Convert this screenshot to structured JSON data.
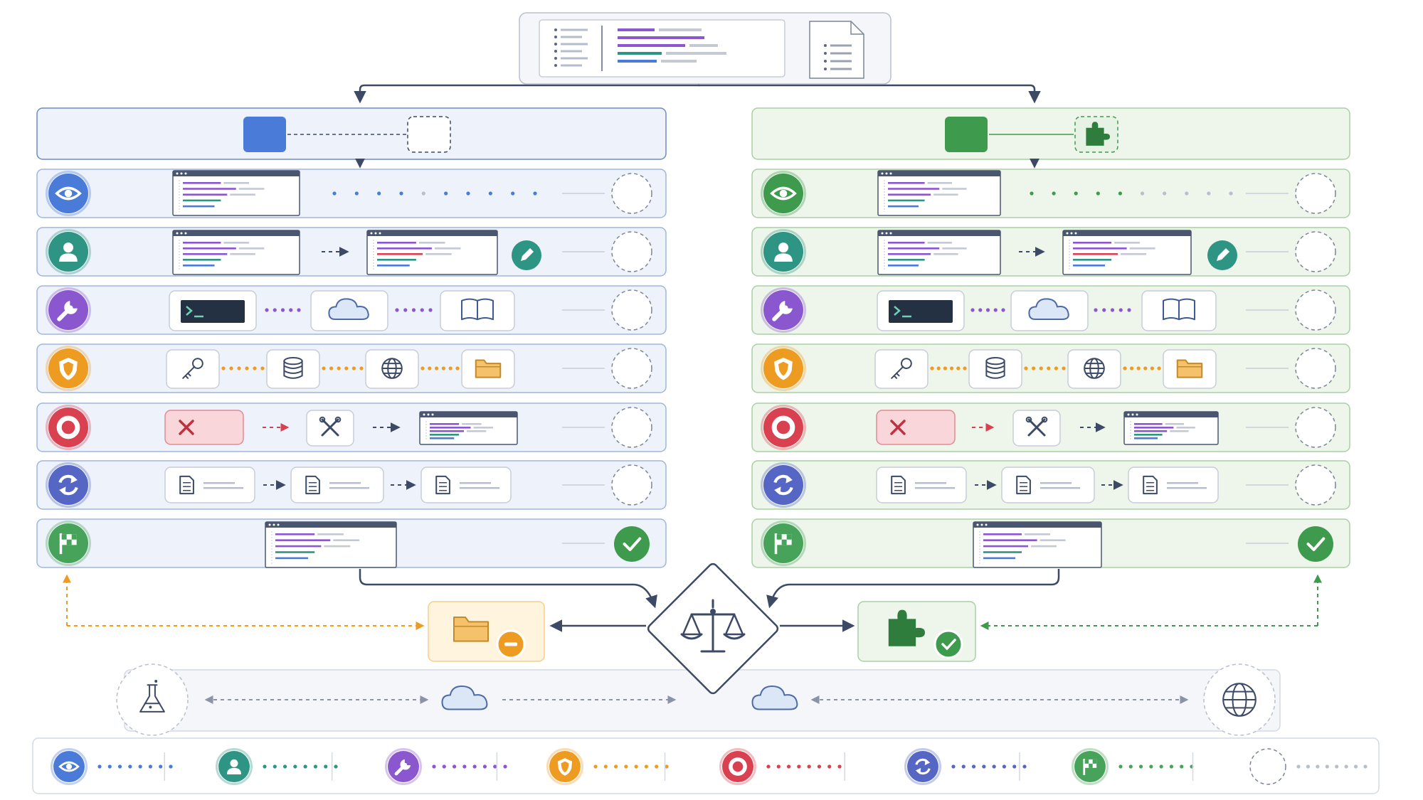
{
  "colors": {
    "blue": "#4a7bd8",
    "blue_panel": "#eef3fb",
    "blue_border": "#9fb5dc",
    "green": "#3e9a4c",
    "green_panel": "#eef6ec",
    "green_border": "#a9cfa5",
    "teal": "#2e9483",
    "purple": "#8a57cf",
    "orange": "#ee9b22",
    "red": "#d94050",
    "indigo": "#5566c4",
    "flag_green": "#47a35a",
    "connector": "#3d4a66",
    "gray": "#b8bfcc"
  },
  "top_document": {
    "icon": "document-list-icon"
  },
  "columns": [
    {
      "key": "left",
      "theme": "blue",
      "header_icons": [
        "filled-square-icon",
        "dashed-square-icon"
      ]
    },
    {
      "key": "right",
      "theme": "green",
      "header_icons": [
        "filled-square-icon",
        "puzzle-piece-icon"
      ]
    }
  ],
  "rows": [
    {
      "key": "observe",
      "icon": "eye-icon",
      "color": "blue",
      "content": [
        "code-window",
        "dotted-line"
      ],
      "status": "pending-circle"
    },
    {
      "key": "user",
      "icon": "user-icon",
      "color": "teal",
      "content": [
        "code-window",
        "arrow",
        "code-window-edited",
        "pencil-icon"
      ],
      "status": "pending-circle"
    },
    {
      "key": "tools",
      "icon": "wrench-icon",
      "color": "purple",
      "content": [
        "terminal-icon",
        "cloud-icon",
        "book-icon"
      ],
      "status": "pending-circle"
    },
    {
      "key": "security",
      "icon": "shield-icon",
      "color": "orange",
      "content": [
        "key-icon",
        "database-icon",
        "globe-icon",
        "folder-icon"
      ],
      "status": "pending-circle"
    },
    {
      "key": "recovery",
      "icon": "lifebuoy-icon",
      "color": "red",
      "content": [
        "error-x-icon",
        "tools-icon",
        "code-window"
      ],
      "status": "pending-circle"
    },
    {
      "key": "iterate",
      "icon": "refresh-icon",
      "color": "indigo",
      "content": [
        "document-icon",
        "document-icon",
        "document-icon"
      ],
      "status": "pending-circle"
    },
    {
      "key": "finish",
      "icon": "finish-flag-icon",
      "color": "flag_green",
      "content": [
        "code-window"
      ],
      "status": "check-circle"
    }
  ],
  "center": {
    "icon": "balance-scale-icon"
  },
  "left_result": {
    "icons": [
      "folder-icon",
      "minus-circle-icon"
    ]
  },
  "right_result": {
    "icons": [
      "puzzle-piece-icon",
      "check-badge-icon"
    ]
  },
  "environment": {
    "icons": [
      "flask-icon",
      "cloud-icon",
      "cloud-icon",
      "globe-icon"
    ]
  },
  "legend": [
    {
      "icon": "eye-icon",
      "color": "blue"
    },
    {
      "icon": "user-icon",
      "color": "teal"
    },
    {
      "icon": "wrench-icon",
      "color": "purple"
    },
    {
      "icon": "shield-icon",
      "color": "orange"
    },
    {
      "icon": "lifebuoy-icon",
      "color": "red"
    },
    {
      "icon": "refresh-icon",
      "color": "indigo"
    },
    {
      "icon": "finish-flag-icon",
      "color": "flag_green"
    },
    {
      "icon": "pending-circle-icon",
      "color": "gray"
    }
  ]
}
